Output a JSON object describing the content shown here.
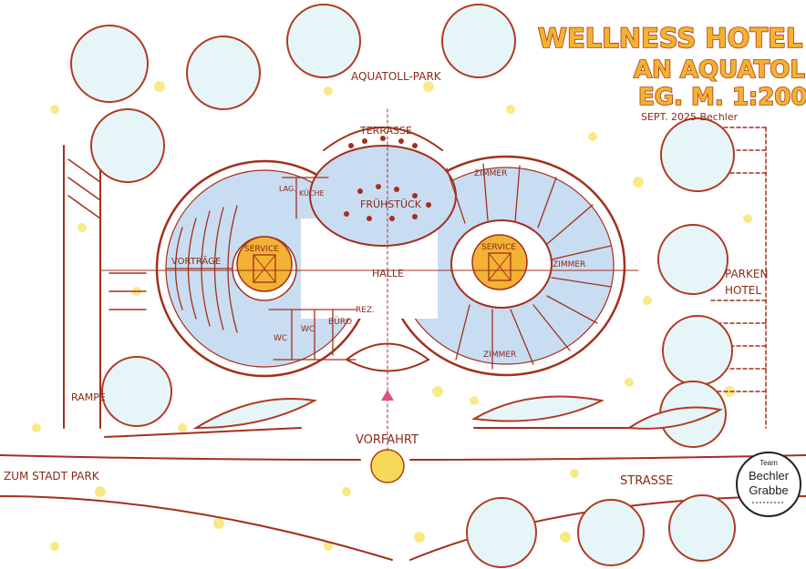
{
  "title": {
    "line1": "WELLNESS HOTEL",
    "line2": "AN AQUATOLL",
    "line3": "EG. M. 1:200",
    "date_sign": "SEPT. 2025 Bechler"
  },
  "labels": {
    "aquatoll_park": "AQUATOLL-PARK",
    "terrasse": "TERRASSE",
    "fruehstueck": "FRÜHSTÜCK",
    "lager": "LAG.",
    "kueche": "KÜCHE",
    "service_left": "SERVICE",
    "service_right": "SERVICE",
    "vortraege": "VORTRÄGE",
    "halle": "HALLE",
    "zimmer_top": "ZIMMER",
    "zimmer_right": "ZIMMER",
    "zimmer_bottom": "ZIMMER",
    "wc1": "WC",
    "wc2": "WC",
    "buero": "BÜRO",
    "rez": "REZ.",
    "parken": "PARKEN",
    "hotel": "HOTEL",
    "rampe": "RAMPE",
    "vorfahrt": "VORFAHRT",
    "zum_stadtpark": "ZUM STADT PARK",
    "strasse": "STRASSE"
  },
  "logo": {
    "team": "Team",
    "name1": "Bechler",
    "name2": "Grabbe"
  },
  "colors": {
    "ink": "#a3301c",
    "water_blue": "#c8dcf2",
    "tree_fill": "#e6f6f8",
    "service_orange": "#f2b233",
    "yellow_dots": "#f7e46a",
    "title_fill": "#f2b233"
  }
}
